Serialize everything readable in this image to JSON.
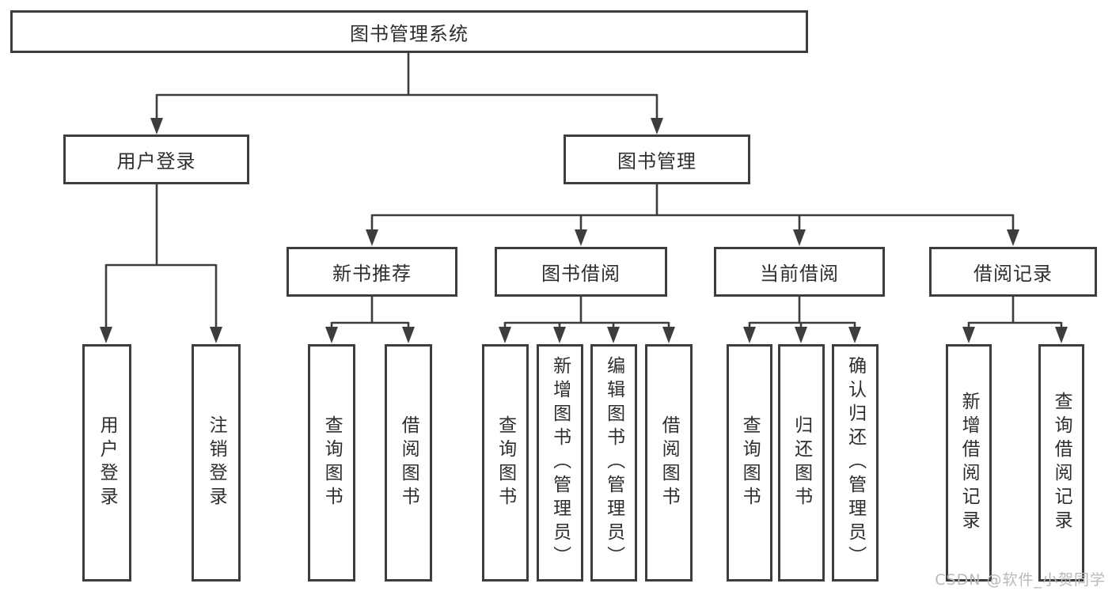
{
  "diagram": {
    "title": "图书管理系统",
    "line_color": "#3d3d3d",
    "background_color": "#ffffff"
  },
  "tree": {
    "root": {
      "label": "图书管理系统"
    },
    "branches": [
      {
        "label": "用户登录",
        "children": [
          {
            "label": "用户登录"
          },
          {
            "label": "注销登录"
          }
        ]
      },
      {
        "label": "图书管理",
        "children": [
          {
            "label": "新书推荐",
            "children": [
              {
                "label": "查询图书"
              },
              {
                "label": "借阅图书"
              }
            ]
          },
          {
            "label": "图书借阅",
            "children": [
              {
                "label": "查询图书"
              },
              {
                "label": "新增图书（管理员）"
              },
              {
                "label": "编辑图书（管理员）"
              },
              {
                "label": "借阅图书"
              }
            ]
          },
          {
            "label": "当前借阅",
            "children": [
              {
                "label": "查询图书"
              },
              {
                "label": "归还图书"
              },
              {
                "label": "确认归还（管理员）"
              }
            ]
          },
          {
            "label": "借阅记录",
            "children": [
              {
                "label": "新增借阅记录"
              },
              {
                "label": "查询借阅记录"
              }
            ]
          }
        ]
      }
    ]
  },
  "watermark": {
    "text": "CSDN @软件_小贺同学",
    "color": "#b9b9b9"
  }
}
